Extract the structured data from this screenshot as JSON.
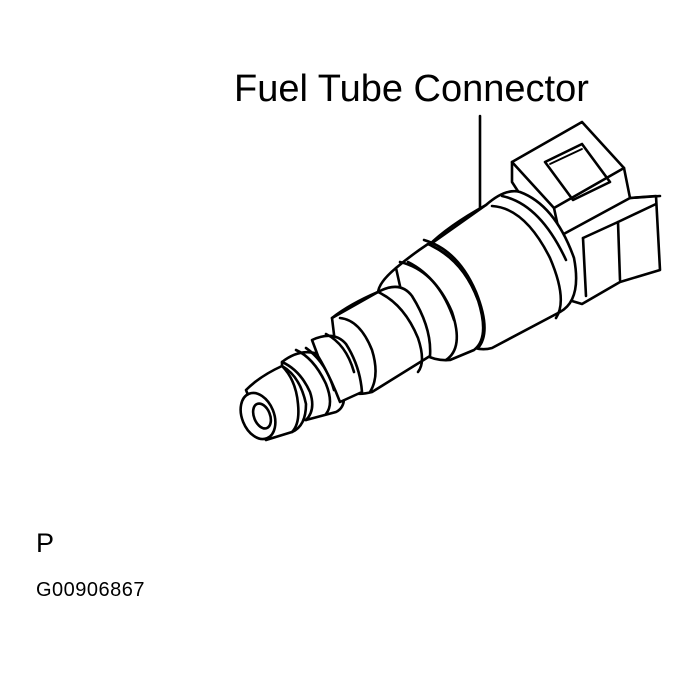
{
  "diagram": {
    "callout_label": "Fuel Tube Connector",
    "view_letter": "P",
    "figure_id": "G00906867"
  },
  "colors": {
    "ink": "#000000",
    "paper": "#ffffff"
  },
  "icons": {
    "part": "fuel-tube-connector-icon"
  }
}
